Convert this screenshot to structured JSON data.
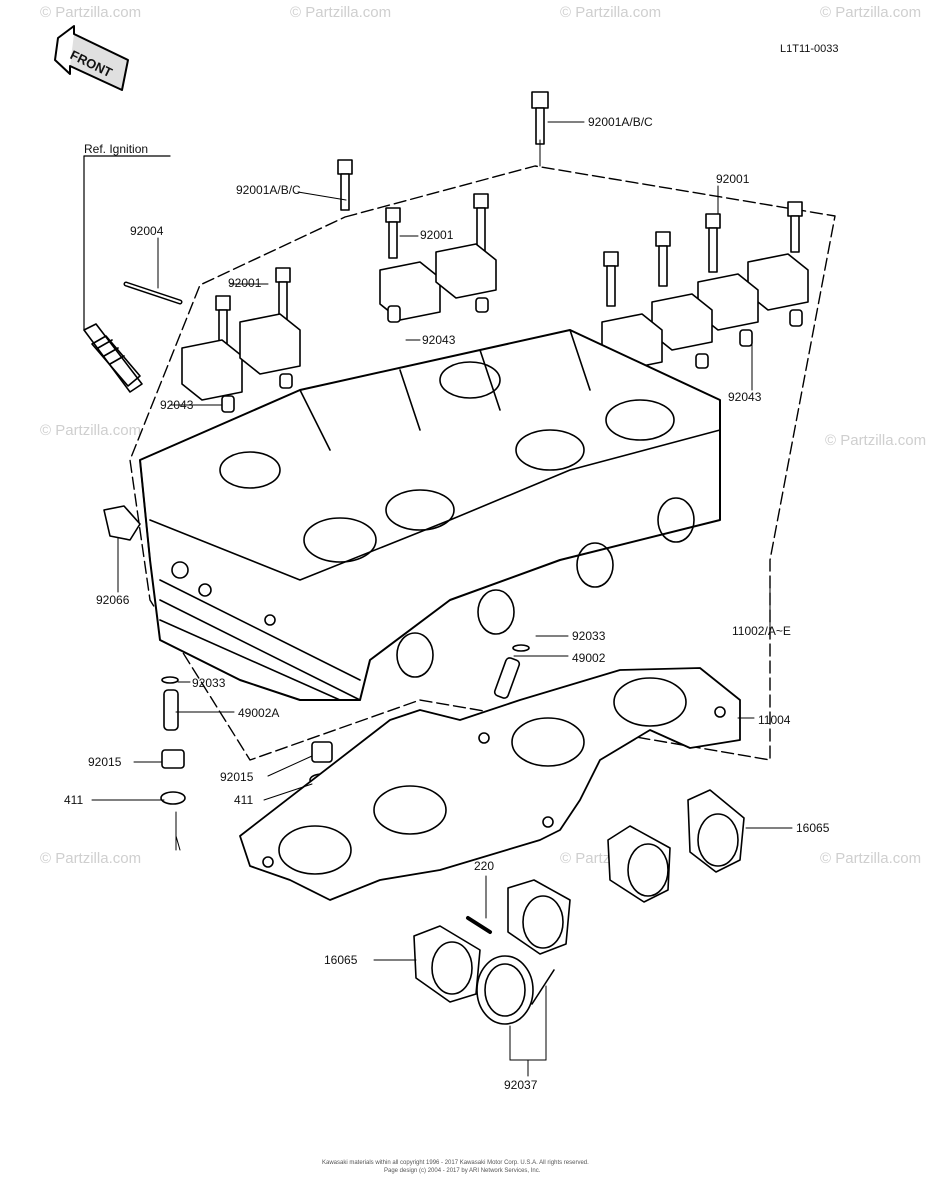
{
  "diagram": {
    "code": "L1T11-0033",
    "front_label": "FRONT",
    "ref_label": "Ref. Ignition",
    "labels": {
      "l92001abc_top": "92001A/B/C",
      "l92001abc_left": "92001A/B/C",
      "l92001_right": "92001",
      "l92004": "92004",
      "l92001_a": "92001",
      "l92001_b": "92001",
      "l92043_a": "92043",
      "l92043_b": "92043",
      "l92043_c": "92043",
      "l92066": "92066",
      "l92033_a": "92033",
      "l92033_b": "92033",
      "l49002": "49002",
      "l49002a": "49002A",
      "l11002": "11002/A~E",
      "l11004": "11004",
      "l92015_a": "92015",
      "l92015_b": "92015",
      "l411_a": "411",
      "l411_b": "411",
      "l16065_a": "16065",
      "l16065_b": "16065",
      "l220": "220",
      "l92037": "92037"
    },
    "watermark": "© Partzilla.com",
    "footer_line1": "Kawasaki materials within all copyright 1996 - 2017 Kawasaki Motor Corp. U.S.A. All rights reserved.",
    "footer_line2": "Page design (c) 2004 - 2017 by ARI Network Services, Inc."
  }
}
